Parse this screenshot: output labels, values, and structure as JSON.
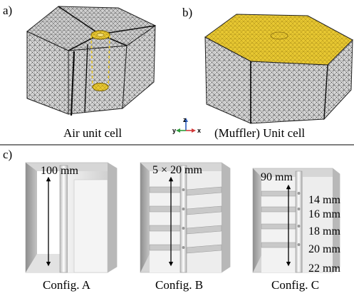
{
  "panel_a": {
    "label": "a)",
    "caption": "Air unit cell"
  },
  "panel_b": {
    "label": "b)",
    "caption": "(Muffler) Unit cell"
  },
  "axes": {
    "z": "z",
    "y": "y",
    "x": "x"
  },
  "panel_c": {
    "label": "c)",
    "configs": [
      {
        "caption": "Config. A",
        "dimension": "100 mm"
      },
      {
        "caption": "Config. B",
        "dimension": "5 × 20 mm"
      },
      {
        "caption": "Config. C",
        "dimension": "90 mm",
        "spacings": [
          "14 mm",
          "16 mm",
          "18 mm",
          "20 mm",
          "22 mm"
        ]
      }
    ]
  },
  "colors": {
    "mesh_fill": "#d8d8d8",
    "mesh_line": "#2a2a2a",
    "highlight": "#e8c832",
    "wall_light": "#e6e6e6",
    "wall_dark": "#9a9a9a",
    "axis_x": "#d23a3a",
    "axis_y": "#2e9b3a",
    "axis_z": "#2f5fbf"
  }
}
